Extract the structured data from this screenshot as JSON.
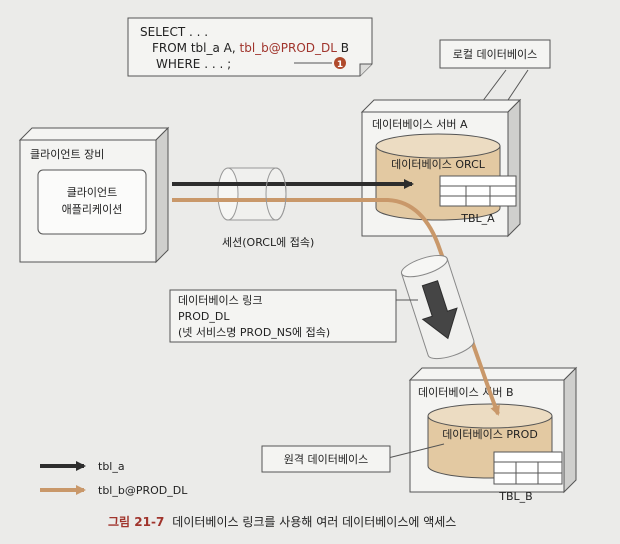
{
  "sql": {
    "line1": "SELECT . . .",
    "line2_prefix": "FROM tbl_a A, ",
    "line2_link": "tbl_b@PROD_DL",
    "line2_suffix": " B",
    "line3": "WHERE . . . ;",
    "marker": "1"
  },
  "local_db_callout": "로컬 데이터베이스",
  "client_device": {
    "title": "클라이언트 장비",
    "app_line1": "클라이언트",
    "app_line2": "애플리케이션"
  },
  "session_label": "세션(ORCL에 접속)",
  "server_a": {
    "title": "데이터베이스 서버 A",
    "db_label": "데이터베이스 ORCL",
    "table_label": "TBL_A"
  },
  "db_link": {
    "line1": "데이터베이스 링크",
    "line2": "PROD_DL",
    "line3": "(넷 서비스명 PROD_NS에 접속)"
  },
  "server_b": {
    "title": "데이터베이스 서버 B",
    "db_label": "데이터베이스 PROD",
    "table_label": "TBL_B"
  },
  "remote_db_callout": "원격 데이터베이스",
  "legend": [
    {
      "label": "tbl_a",
      "color": "#2d2d2d"
    },
    {
      "label": "tbl_b@PROD_DL",
      "color": "#c9986a"
    }
  ],
  "caption": {
    "number": "그림 21-7",
    "text": "데이터베이스 링크를 사용해 여러 데이터베이스에 액세스"
  },
  "colors": {
    "accent": "#a0342c",
    "tbl_a_arrow": "#2d2d2d",
    "tbl_b_arrow": "#c9986a",
    "cylinder": "#e3c9a2"
  }
}
